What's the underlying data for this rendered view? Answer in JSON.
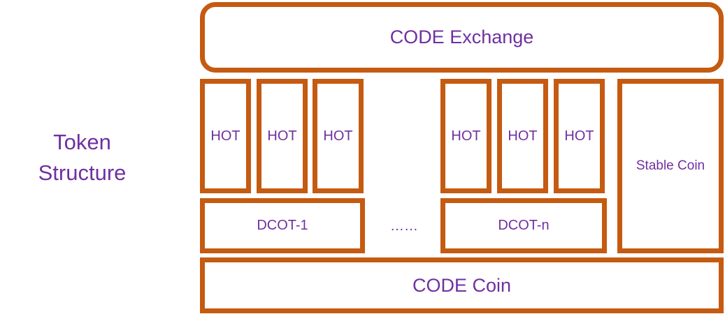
{
  "title": {
    "line1": "Token",
    "line2": "Structure"
  },
  "exchange": {
    "label": "CODE Exchange"
  },
  "hot_tokens": [
    "HOT",
    "HOT",
    "HOT",
    "HOT",
    "HOT",
    "HOT"
  ],
  "dcot": {
    "first": "DCOT-1",
    "ellipsis": "……",
    "last": "DCOT-n"
  },
  "stable_coin": {
    "label": "Stable Coin"
  },
  "code_coin": {
    "label": "CODE Coin"
  },
  "colors": {
    "border": "#C55A11",
    "text": "#7030A0",
    "background": "#FFFFFF"
  }
}
